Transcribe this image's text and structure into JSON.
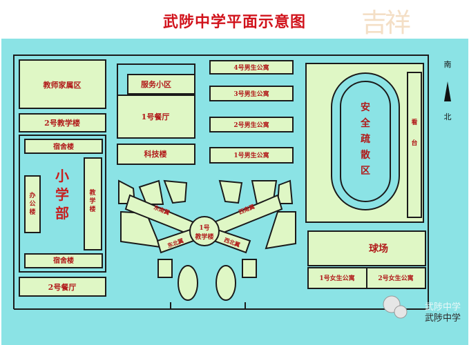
{
  "title": "武陟中学平面示意图",
  "compass": {
    "north_top": "南",
    "north_bottom": "北"
  },
  "labels": {
    "teacher_housing": "教师家属区",
    "building2": "2号教学楼",
    "dorm_top": "宿舍楼",
    "primary": "小学部",
    "office": "办公楼",
    "teach_building": "教学楼",
    "dorm_bottom": "宿舍楼",
    "canteen2": "2号餐厅",
    "service": "服务小区",
    "canteen1": "1号餐厅",
    "tech": "科技楼",
    "m4": "4号男生公寓",
    "m3": "3号男生公寓",
    "m2": "2号男生公寓",
    "m1": "1号男生公寓",
    "safe_zone": "安全疏散区",
    "stand": "看台",
    "court": "球场",
    "f1": "1号女生公寓",
    "f2": "2号女生公寓",
    "b1_line1": "1号",
    "b1_line2": "教学楼",
    "wing_ne": "东南翼",
    "wing_nw": "西南翼",
    "wing_se": "东北翼",
    "wing_sw": "西北翼"
  },
  "watermark": "吉祥",
  "logo": {
    "line1": "武陟中学",
    "line2": "武陟中学"
  },
  "colors": {
    "background": "#8be3e5",
    "building": "#dff7c5",
    "stroke": "#1a1a1a",
    "label": "#b11a1a",
    "title": "#d1121b"
  }
}
